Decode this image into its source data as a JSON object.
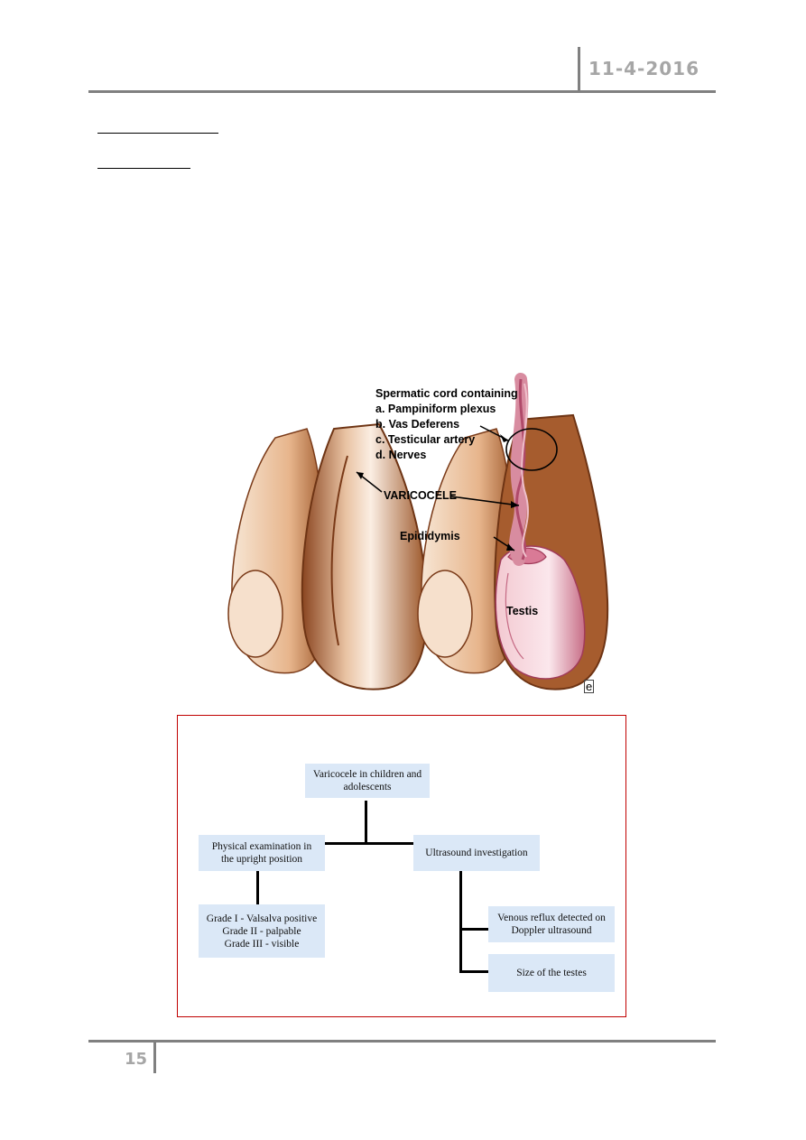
{
  "header": {
    "date": "11-4-2016"
  },
  "footer": {
    "page_number": "15"
  },
  "figure": {
    "labels": {
      "cord_title": "Spermatic cord containing",
      "cord_a": "a. Pampiniform plexus",
      "cord_b": "b. Vas Deferens",
      "cord_c": "c. Testicular artery",
      "cord_d": "d. Nerves",
      "varicocele": "VARICOCELE",
      "epididymis": "Epididymis",
      "testis": "Testis",
      "corner_mark": "e"
    },
    "colors": {
      "skin_light": "#f6e2cf",
      "skin_mid": "#d9a070",
      "skin_dark": "#8a4a22",
      "tissue": "#e8a8b8"
    }
  },
  "flowchart": {
    "root": [
      "Varicocele in children and",
      "adolescents"
    ],
    "physical": [
      "Physical examination in",
      "the upright position"
    ],
    "ultrasound": [
      "Ultrasound investigation"
    ],
    "grades": [
      "Grade I - Valsalva positive",
      "Grade II - palpable",
      "Grade III - visible"
    ],
    "reflux": [
      "Venous reflux detected on",
      "Doppler ultrasound"
    ],
    "size": [
      "Size of the testes"
    ],
    "colors": {
      "box": "#dbe8f7",
      "frame": "#c00000"
    }
  }
}
